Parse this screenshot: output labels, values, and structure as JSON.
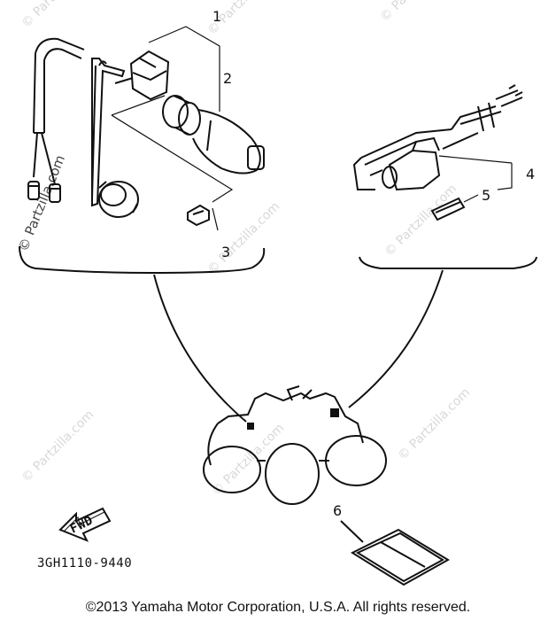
{
  "diagram": {
    "callouts": [
      "1",
      "2",
      "3",
      "4",
      "5",
      "6"
    ],
    "fwd_label": "FWD",
    "part_code": "3GH1110-9440",
    "watermark": "© Partzilla.com",
    "copyright": "©2013  Yamaha Motor Corporation, U.S.A. All rights reserved."
  }
}
